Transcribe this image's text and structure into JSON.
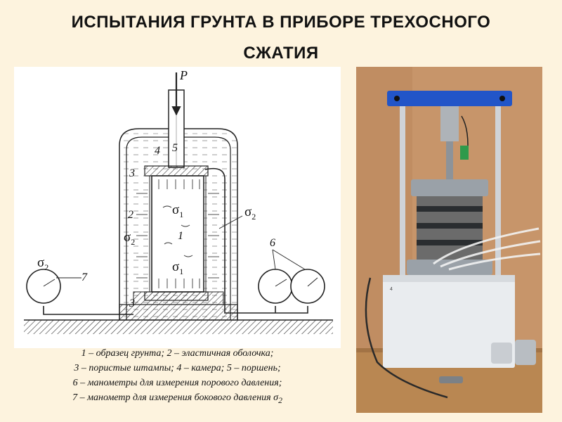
{
  "title": {
    "line1": "ИСПЫТАНИЯ ГРУНТА В ПРИБОРЕ ТРЕХОСНОГО",
    "line2": "СЖАТИЯ"
  },
  "diagram": {
    "load_label": "P",
    "sigma1_label": "σ",
    "sigma1_sub": "1",
    "sigma2_label": "σ",
    "sigma2_sub": "2",
    "numbers": {
      "n1": "1",
      "n2": "2",
      "n3_top": "3",
      "n3_bottom": "3",
      "n4": "4",
      "n5": "5",
      "n6": "6",
      "n7": "7"
    }
  },
  "caption": {
    "line1": "1 – образец грунта; 2 – эластичная оболочка;",
    "line2": "3 – пористые штампы; 4 – камера; 5 – поршень;",
    "line3": "6 – манометры для измерения порового давления;",
    "line4": "7 – манометр для измерения бокового давления σ",
    "line4_sub": "2"
  },
  "photo": {
    "unit_marking": "4"
  },
  "colors": {
    "background": "#fdf3de",
    "photo_frame_blue": "#2255c8",
    "photo_wall": "#c7956a",
    "photo_table": "#b98752",
    "photo_base": "#e9ecef"
  }
}
